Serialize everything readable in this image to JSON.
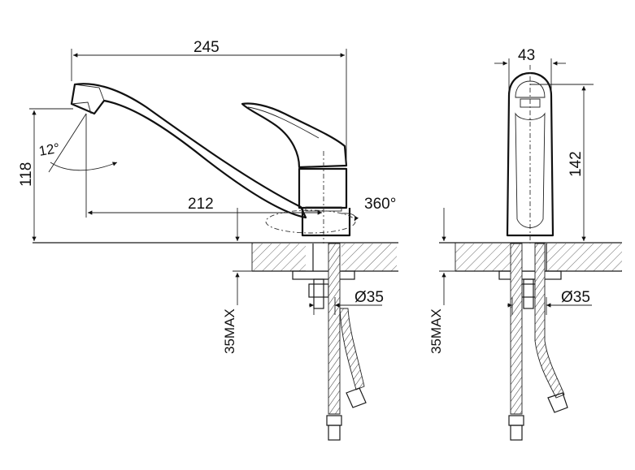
{
  "dimensions": {
    "overall_length": "245",
    "height_118": "118",
    "angle": "12°",
    "spout_reach": "212",
    "rotation": "360°",
    "diameter_left": "Ø35",
    "max_left": "35MAX",
    "width_43": "43",
    "height_142": "142",
    "diameter_right": "Ø35",
    "max_right": "35MAX"
  }
}
